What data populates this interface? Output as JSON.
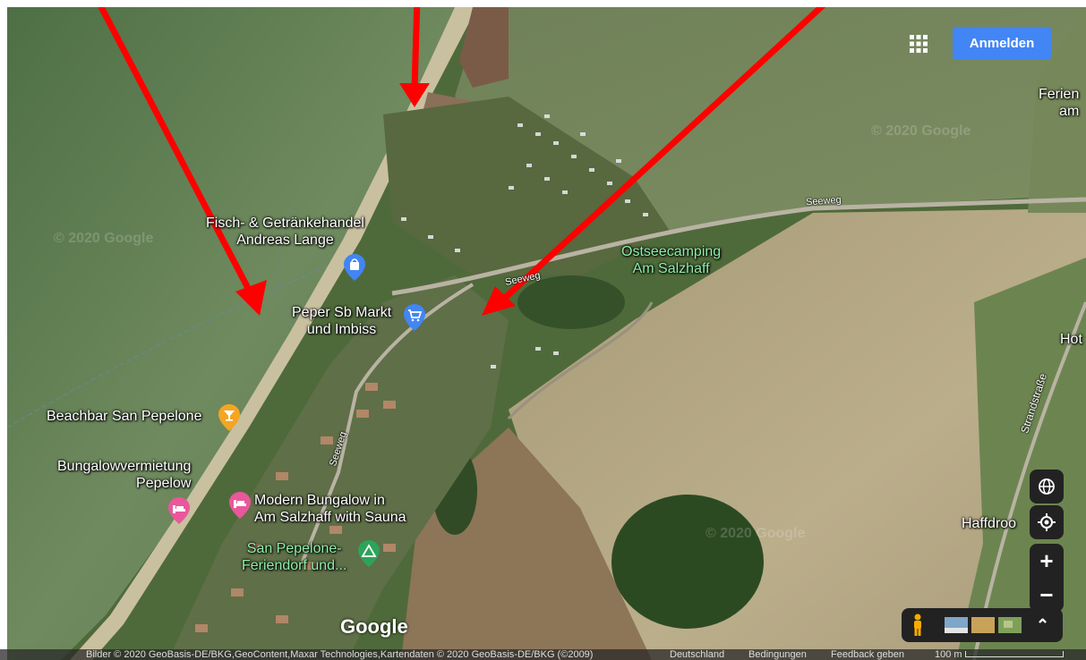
{
  "header": {
    "sign_in_label": "Anmelden",
    "apps_icon": "apps-grid-icon"
  },
  "places": [
    {
      "id": "fisch",
      "lines": [
        "Fisch- & Getränkehandel",
        "Andreas Lange"
      ],
      "icon": "shopping-bag-icon",
      "color": "#4285f4"
    },
    {
      "id": "peper",
      "lines": [
        "Peper Sb Markt",
        "und Imbiss"
      ],
      "icon": "shopping-cart-icon",
      "color": "#4285f4"
    },
    {
      "id": "ostsee",
      "lines": [
        "Ostseecamping",
        "Am Salzhaff"
      ],
      "icon": "",
      "color": "#8df0a8"
    },
    {
      "id": "beachbar",
      "lines": [
        "Beachbar San Pepelone"
      ],
      "icon": "bar-icon",
      "color": "#f4a522"
    },
    {
      "id": "bungalowverm",
      "lines": [
        "Bungalowvermietung",
        "Pepelow"
      ],
      "icon": "hotel-bed-icon",
      "color": "#e8589a"
    },
    {
      "id": "modern",
      "lines": [
        "Modern Bungalow in",
        "Am Salzhaff with Sauna"
      ],
      "icon": "hotel-bed-icon",
      "color": "#e8589a"
    },
    {
      "id": "sanpepelone",
      "lines": [
        "San Pepelone-",
        "Feriendorf und..."
      ],
      "icon": "campground-icon",
      "color": "#2ea35a"
    },
    {
      "id": "ferien",
      "lines": [
        "Ferien",
        "am"
      ],
      "icon": "",
      "color": "#ffffff"
    },
    {
      "id": "hot",
      "lines": [
        "Hot"
      ],
      "icon": "",
      "color": "#ffffff"
    },
    {
      "id": "haffdroo",
      "lines": [
        "Haffdroo"
      ],
      "icon": "",
      "color": "#ffffff"
    }
  ],
  "roads": {
    "seeweg_1": "Seeweg",
    "seeweg_2": "Seeweg",
    "seeweg_3": "Seeweg",
    "strandstrasse": "Strandstraße"
  },
  "watermark": "© 2020 Google",
  "google_logo": "Google",
  "controls": {
    "globe": "globe-icon",
    "location": "my-location-icon",
    "zoom_in": "+",
    "zoom_out": "−",
    "pegman": "pegman-icon",
    "expand": "chevron-up-icon"
  },
  "footer": {
    "attribution": "Bilder © 2020 GeoBasis-DE/BKG,GeoContent,Maxar Technologies,Kartendaten © 2020 GeoBasis-DE/BKG (©2009)",
    "country": "Deutschland",
    "terms": "Bedingungen",
    "feedback": "Feedback geben",
    "scale": "100 m"
  },
  "colors": {
    "arrow": "#ff0000",
    "button": "#4285f4"
  }
}
